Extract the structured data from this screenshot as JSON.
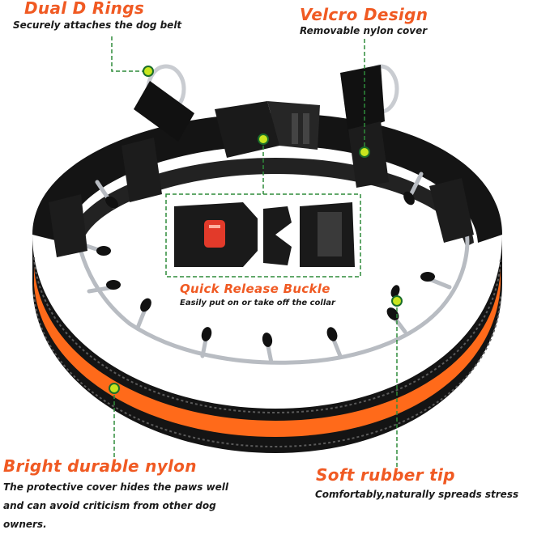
{
  "callouts": {
    "d_rings": {
      "title": "Dual D Rings",
      "subtitle": "Securely attaches the dog belt"
    },
    "velcro": {
      "title": "Velcro Design",
      "subtitle": "Removable nylon cover"
    },
    "buckle": {
      "title": "Quick Release Buckle",
      "subtitle": "Easily put on or take off the collar"
    },
    "nylon": {
      "title": "Bright durable nylon",
      "lines": [
        "The protective cover hides the paws well",
        "and can avoid criticism from other dog",
        "owners."
      ]
    },
    "rubber": {
      "title": "Soft rubber tip",
      "subtitle": "Comfortably,naturally spreads stress"
    }
  },
  "colors": {
    "accent": "#f05a23",
    "leader_green": "#2e8b3a",
    "dot_fill": "#c8e61e",
    "collar_black": "#141414",
    "stripe_orange": "#ff6a1a"
  }
}
